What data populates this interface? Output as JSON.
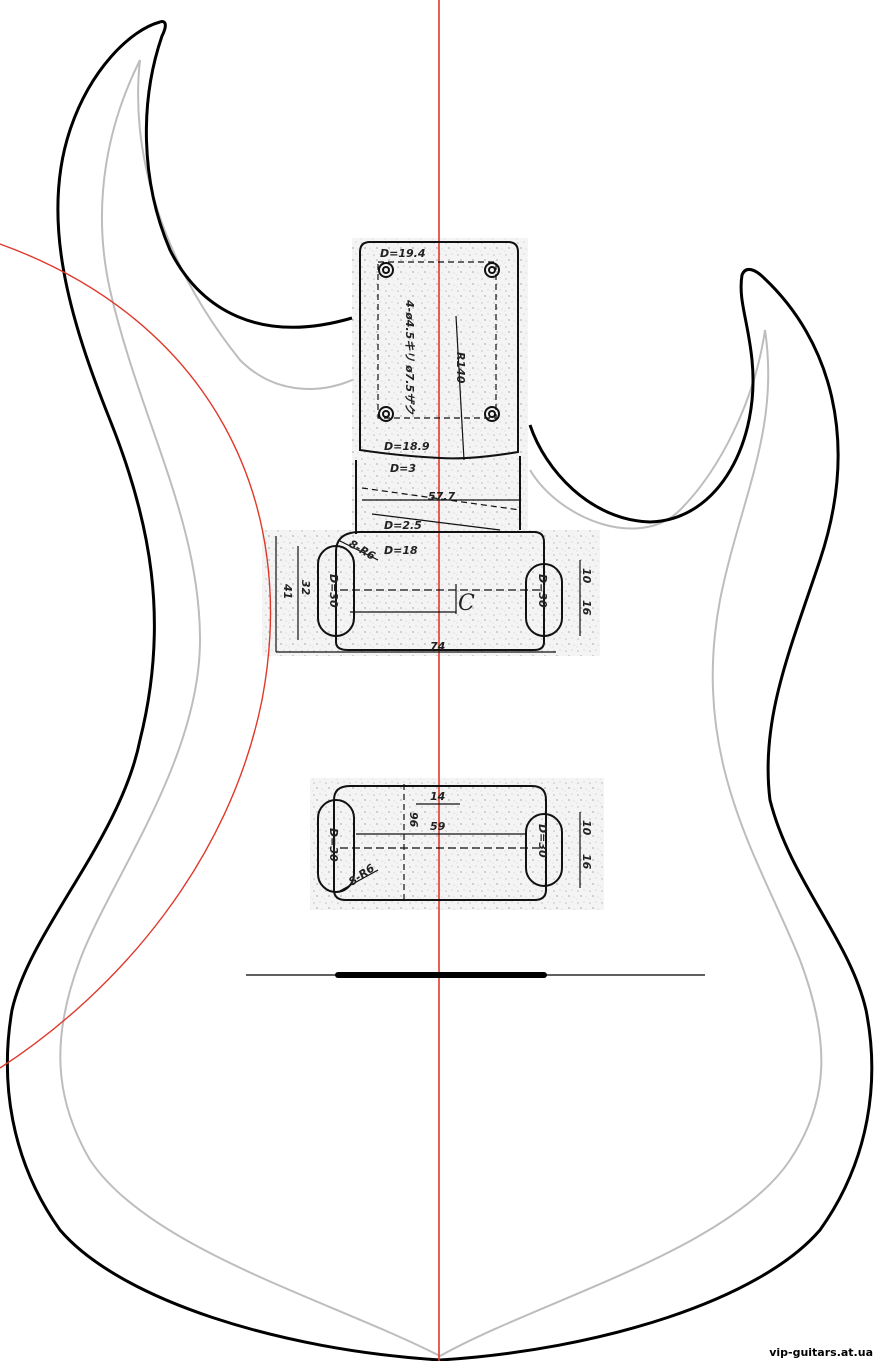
{
  "template": {
    "neck_plate": {
      "d_top": "D=19.4",
      "holes": "4-ø4.5キリ ø7.5ザク",
      "radius": "R140",
      "d_bottom": "D=18.9"
    },
    "neck_pocket": {
      "d_step": "D=3",
      "width": "57.7",
      "d_floor": "D=2.5"
    },
    "neck_pickup": {
      "corner": "8-R6",
      "depth": "D=18",
      "height_outer": "41",
      "height_inner": "32",
      "left_depth": "D=30",
      "right_depth": "D=30",
      "right_top": "10",
      "right_bottom": "16",
      "center_mark": "C",
      "width": "74"
    },
    "bridge_pickup": {
      "offset": "14",
      "height": "96",
      "width": "59",
      "left_depth": "D=30",
      "right_depth": "D=30",
      "corner": "8-R6",
      "right_top": "10",
      "right_bottom": "16"
    }
  },
  "colors": {
    "outline": "#000000",
    "inner_outline": "#bdbdbd",
    "guide": "#e0392b",
    "paper": "#ffffff"
  },
  "footer": {
    "watermark": "vip-guitars.at.ua"
  }
}
